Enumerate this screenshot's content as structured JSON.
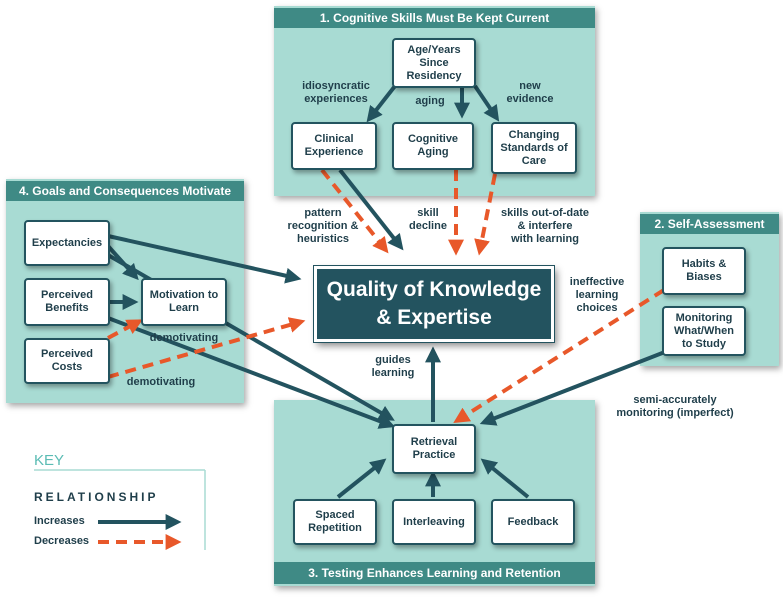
{
  "panels": {
    "cognitive": "1. Cognitive Skills Must Be Kept Current",
    "self_assessment": "2. Self-Assessment",
    "testing": "3. Testing Enhances Learning and Retention",
    "goals": "4. Goals and Consequences Motivate"
  },
  "central": {
    "line1": "Quality of Knowledge",
    "line2": "& Expertise"
  },
  "nodes": {
    "age": [
      "Age/Years",
      "Since",
      "Residency"
    ],
    "clinical": [
      "Clinical",
      "Experience"
    ],
    "cognitive_aging": [
      "Cognitive",
      "Aging"
    ],
    "changing": [
      "Changing",
      "Standards of",
      "Care"
    ],
    "expectancies": [
      "Expectancies"
    ],
    "perceived_benefits": [
      "Perceived",
      "Benefits"
    ],
    "motivation": [
      "Motivation to",
      "Learn"
    ],
    "perceived_costs": [
      "Perceived",
      "Costs"
    ],
    "habits": [
      "Habits &",
      "Biases"
    ],
    "monitoring": [
      "Monitoring",
      "What/When",
      "to Study"
    ],
    "retrieval": [
      "Retrieval",
      "Practice"
    ],
    "spaced": [
      "Spaced",
      "Repetition"
    ],
    "interleaving": [
      "Interleaving"
    ],
    "feedback": [
      "Feedback"
    ]
  },
  "labels": {
    "idiosyncratic": [
      "idiosyncratic",
      "experiences"
    ],
    "aging": [
      "aging"
    ],
    "new_evidence": [
      "new",
      "evidence"
    ],
    "pattern": [
      "pattern",
      "recognition &",
      "heuristics"
    ],
    "skill_decline": [
      "skill",
      "decline"
    ],
    "out_of_date": [
      "skills out-of-date",
      "& interfere",
      "with learning"
    ],
    "ineffective": [
      "ineffective",
      "learning",
      "choices"
    ],
    "demotivating_1": [
      "demotivating"
    ],
    "demotivating_2": [
      "demotivating"
    ],
    "guides": [
      "guides",
      "learning"
    ],
    "semi_accurate": [
      "semi-accurately",
      "monitoring (imperfect)"
    ]
  },
  "key": {
    "title": "KEY",
    "relationship": "RELATIONSHIP",
    "increases": "Increases",
    "decreases": "Decreases"
  },
  "colors": {
    "increase": "#23535f",
    "decrease": "#e8582a",
    "panel": "#a8dbd3",
    "panel_title": "#3f8a85"
  }
}
